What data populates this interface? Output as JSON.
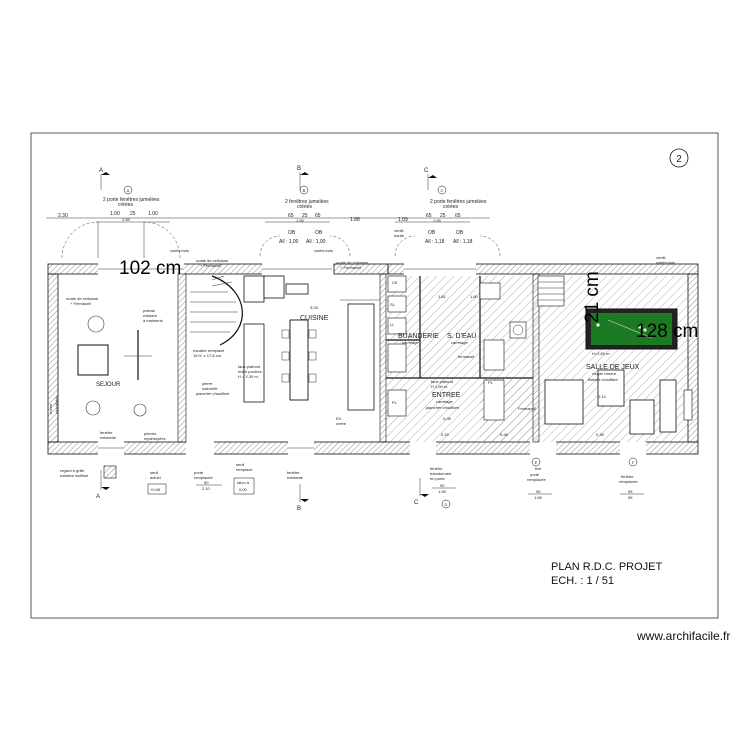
{
  "sheet_number": "2",
  "sections": {
    "a_top": "A",
    "b_top": "B",
    "c_top": "C",
    "a_bottom": "A",
    "b_bottom": "B",
    "c_bottom": "C",
    "a_tag": "A",
    "b_tag": "B",
    "c_tag": "C",
    "d_tag": "D",
    "e_tag": "E",
    "f_tag": "F"
  },
  "top_notes": {
    "a": "2 porte fenêtres jumelées",
    "a2": "créées",
    "b": "2 fenêtres jumelées",
    "b2": "créées",
    "c": "2 porte fenêtres jumelées",
    "c2": "créées"
  },
  "dims": {
    "d230": "2.30",
    "d100a": "1.00",
    "d25a": "25",
    "d100b": "1.00",
    "d265": "2.65",
    "d65a": "65",
    "d25b": "25",
    "d65b": "65",
    "d155": "1.55",
    "d188": "1.88",
    "d109": "1.09",
    "d65c": "65",
    "d25c": "25",
    "d65d": "65",
    "d155b": "1.55",
    "ob1": "OB",
    "ob2": "OB",
    "ob3": "OB",
    "ob4": "OB",
    "all1": "All : 1,00",
    "all2": "All : 1,00",
    "all3": "All : 1,18",
    "all4": "All : 1,18"
  },
  "overlays": {
    "w102": "102 cm",
    "w21": "21 cm",
    "w128": "128 cm"
  },
  "rooms": {
    "sejour": "SEJOUR",
    "cuisine": "CUISINE",
    "buanderie": "BUANDERIE",
    "buanderie_floor": "carrelage",
    "seau": "S. D'EAU",
    "seau_floor": "carrelage",
    "entree": "ENTREE",
    "entree_floor": "carrelage",
    "entree_floor2": "plancher chauffant",
    "salle_jeux": "SALLE DE JEUX",
    "salle_floor": "chape ciment",
    "salle_floor2": "flottant chauffant"
  },
  "notes": {
    "volets1": "volets bois",
    "volets2": "volets bois",
    "volets3": "volets bois",
    "ouate1": "ouate de cellulose",
    "ouate1b": "+ Fermacell",
    "ouate2": "ouate de cellulose",
    "ouate2b": "+ Fermacell",
    "ouate3": "ouate de cellulose",
    "ouate3b": "+ Fermacell",
    "ventil": "ventil.",
    "ventil2": "haute",
    "ventil3": "ventil.",
    "poteau": "poteau",
    "poteau2": "existant",
    "poteau3": "à maintenir",
    "escalier": "escalier remplacé",
    "escalier2": "15 H. x 17,8 cm.",
    "faux_plafond": "faux-plafond",
    "faux_plafond2": "entre poutres",
    "faux_plafond3": "H = 2,30 m.",
    "pierre": "pierre",
    "pierre2": "naturelle",
    "plancher": "plancher chauffant",
    "pierres_rej": "pierres",
    "pierres_rej2": "rejointoyées",
    "fenetre_exist1": "fenêtre",
    "fenetre_exist1b": "existante",
    "fenetre_exist2": "fenêtre",
    "fenetre_exist2b": "existante",
    "regard": "regard à grille",
    "regard2": "existant inutilisé",
    "seuil_actuel": "seuil",
    "seuil_actuel2": "actuel",
    "seuil_val": "+0,06",
    "porte_remplacee": "porte",
    "porte_remplacee2": "remplacée",
    "porte_dim1": "90",
    "porte_dim2": "2.10",
    "seuil_rempl": "seuil",
    "seuil_rempl2": "remplacé",
    "talon": "talon à",
    "talon2": "0,00",
    "fenetre_transf": "fenêtre",
    "fenetre_transf2": "transformée",
    "fenetre_transf3": "en porte",
    "transf_dim1": "90",
    "transf_dim2": "1.95",
    "fixe": "fixe",
    "fixe2": "porte",
    "fixe3": "remplacée",
    "fixe_dim1": "95",
    "fixe_dim2": "1.65",
    "fenetre_r": "fenêtre",
    "fenetre_r2": "remplacée",
    "fenetre_r_dim1": "95",
    "fenetre_r_dim2": "95",
    "faux_plafond_entree": "faux plafond",
    "faux_plafond_entree2": "H 2,50 m.",
    "volet_haut": "volet",
    "volet_haut2": "fermacell",
    "salle_h": "H=2,80 m.",
    "cuisine_h": "3,03",
    "level1": "0,05",
    "level2": "0,15",
    "level3": "0,14",
    "level4": "0,35",
    "level5": "0,38",
    "level6": "1.81",
    "level7": "1.80",
    "ecran": "écran",
    "ecran2": "chauffable",
    "fermacell_r": "Fermacell",
    "ce": "CE",
    "ll": "LL",
    "sl": "SL",
    "pl": "PL",
    "pl2": "PL",
    "ev": "EV",
    "ev2": "créée"
  },
  "title_block": {
    "line1": "PLAN R.D.C.  PROJET",
    "line2": "ECH. : 1 / 51"
  },
  "watermark": "www.archifacile.fr",
  "colors": {
    "table_felt": "#1c7a22",
    "ink": "#111111"
  }
}
